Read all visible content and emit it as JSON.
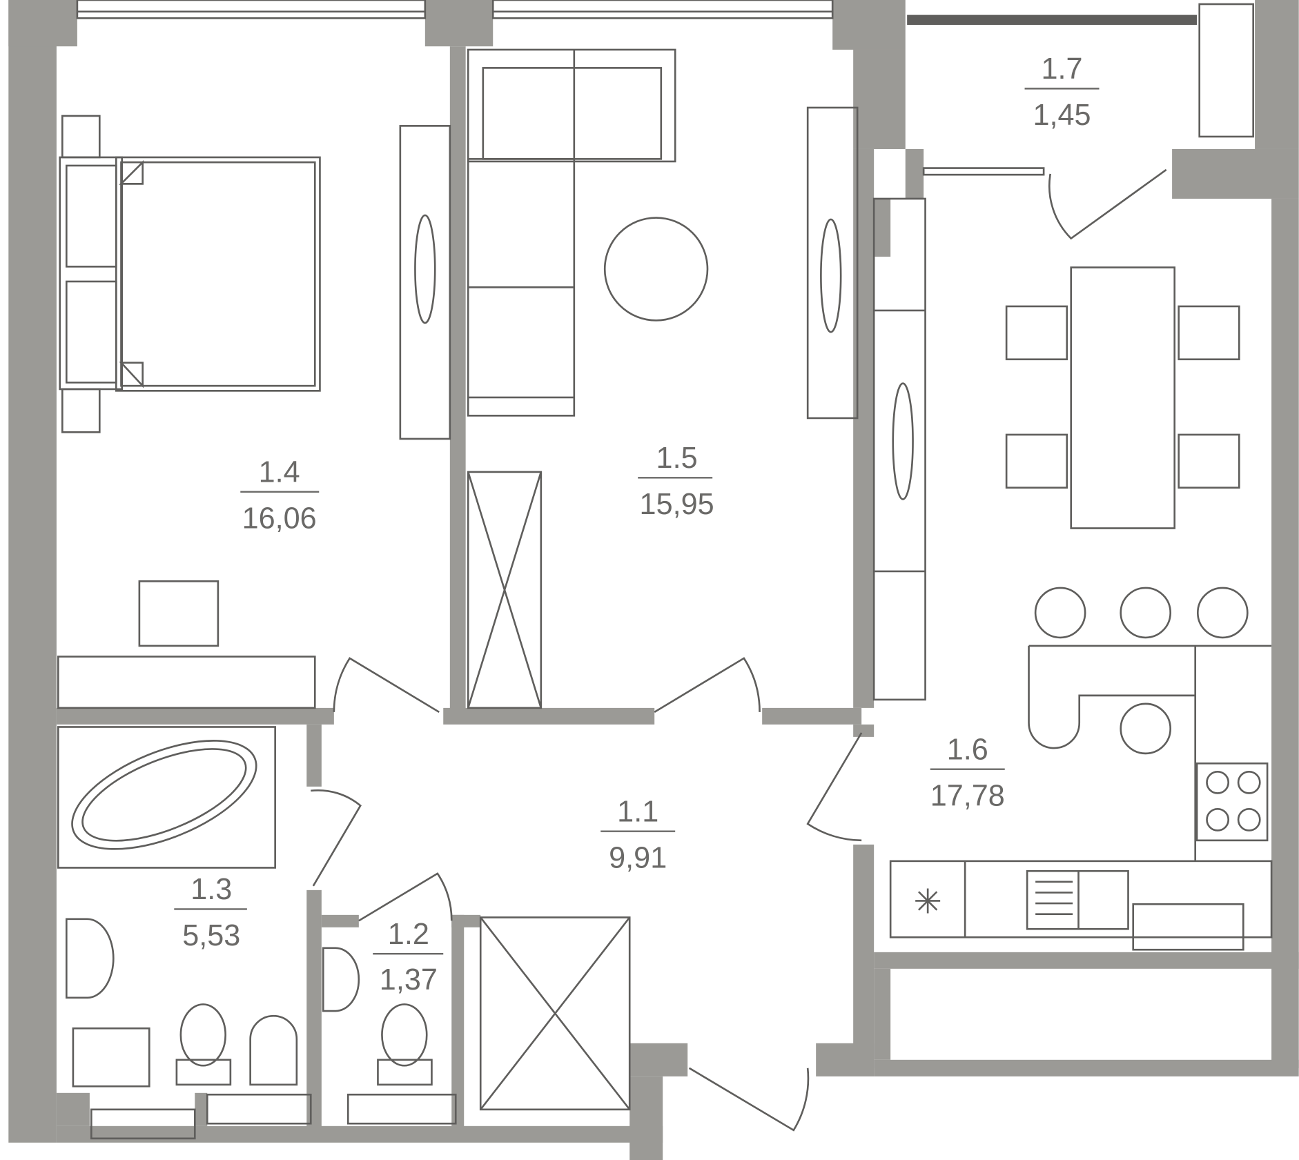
{
  "plan": {
    "rooms": [
      {
        "id": "1.1",
        "area": "9,91"
      },
      {
        "id": "1.2",
        "area": "1,37"
      },
      {
        "id": "1.3",
        "area": "5,53"
      },
      {
        "id": "1.4",
        "area": "16,06"
      },
      {
        "id": "1.5",
        "area": "15,95"
      },
      {
        "id": "1.6",
        "area": "17,78"
      },
      {
        "id": "1.7",
        "area": "1,45"
      }
    ],
    "colors": {
      "wall": "#9b9a96",
      "line": "#5f5e5c",
      "text": "#6a6967"
    }
  }
}
